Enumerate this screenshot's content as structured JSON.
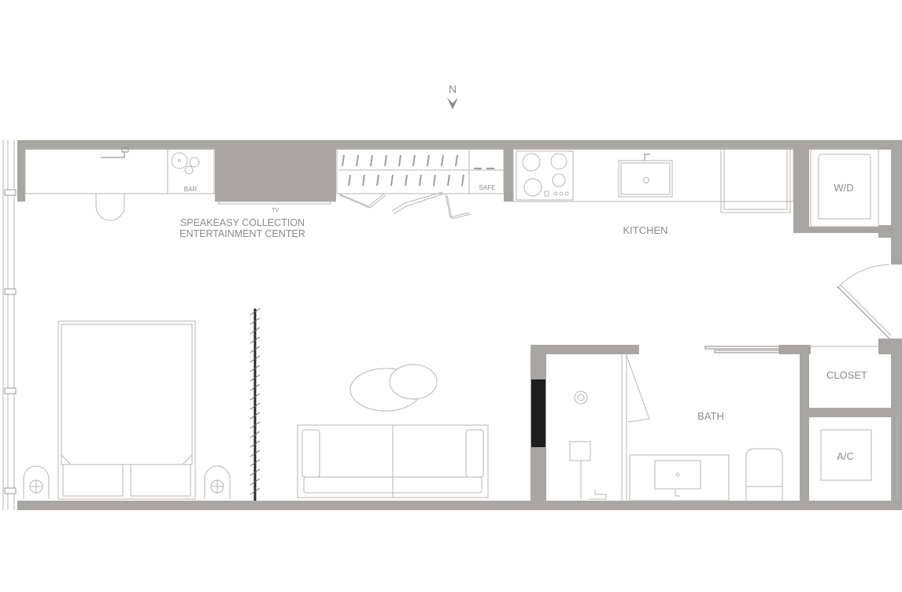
{
  "compass": {
    "label": "N"
  },
  "rooms": {
    "bar": "BAR",
    "tv": "TV",
    "safe": "SAFE",
    "entertainment_line1": "SPEAKEASY COLLECTION",
    "entertainment_line2": "ENTERTAINMENT CENTER",
    "kitchen": "KITCHEN",
    "washer_dryer": "W/D",
    "closet": "CLOSET",
    "bath": "BATH",
    "ac": "A/C"
  },
  "colors": {
    "wall": "#a8a5a2",
    "line": "#b9b6b3",
    "text": "#8f8a86",
    "dark": "#1e1e1e"
  }
}
